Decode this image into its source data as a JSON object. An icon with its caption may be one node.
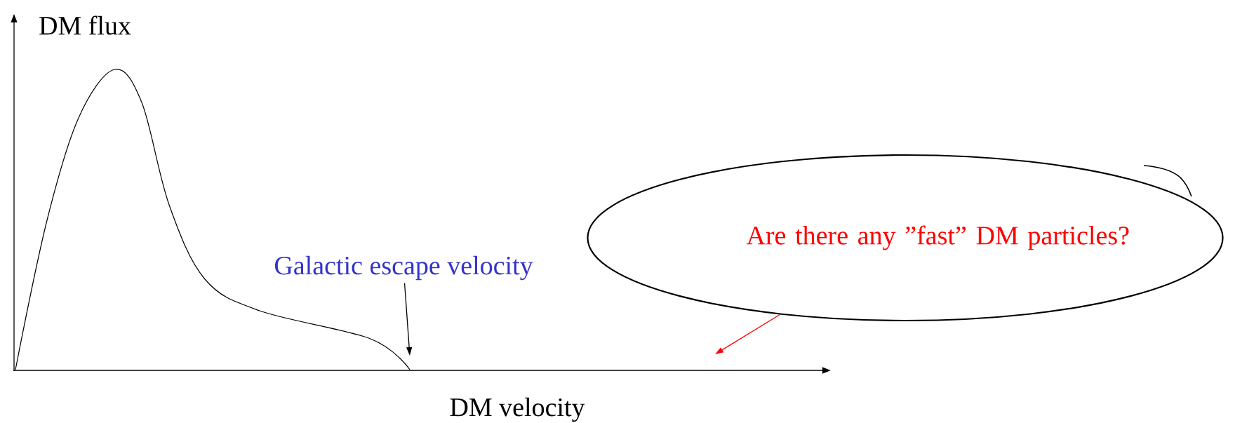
{
  "diagram": {
    "nodes": [
      {
        "text": [
          "Galactic escape velocity"
        ]
      },
      {
        "text": [
          "Are there any ”fast” DM particles?"
        ]
      }
    ],
    "edges": [
      {
        "from": 0,
        "to": null,
        "arrow": "to"
      },
      {
        "from": 1,
        "to": null,
        "arrow": "to",
        "color": "#ff0000"
      }
    ],
    "labels": [
      "DM flux",
      "DM velocity"
    ]
  }
}
